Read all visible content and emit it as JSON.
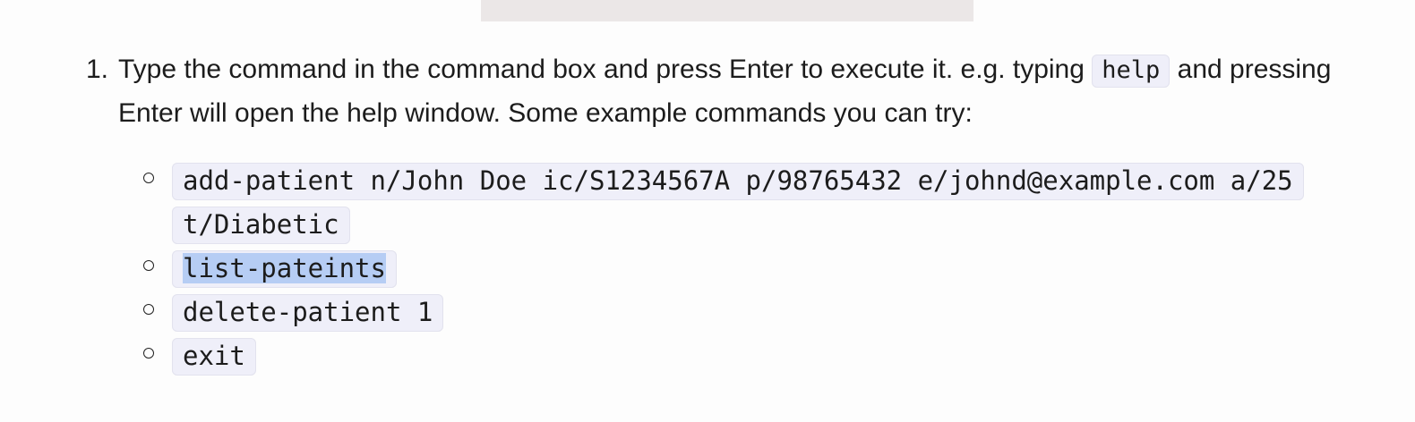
{
  "step": {
    "number": "1.",
    "text_before": "Type the command in the command box and press Enter to execute it. e.g. typing ",
    "code": "help",
    "text_after": " and pressing Enter will open the help window. Some example commands you can try:"
  },
  "commands": [
    "add-patient n/John Doe ic/S1234567A p/98765432 e/johnd@example.com a/25 t/Diabetic",
    "list-pateints",
    "delete-patient 1",
    "exit"
  ],
  "selection": {
    "selected_command_index": 1
  }
}
